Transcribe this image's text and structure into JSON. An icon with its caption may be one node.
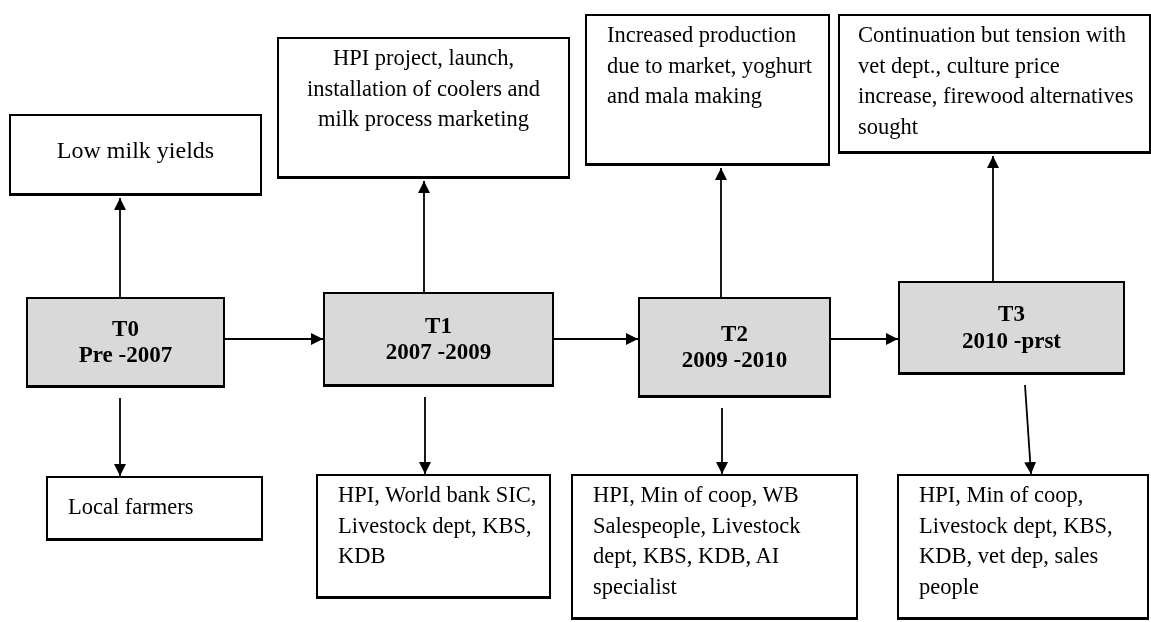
{
  "diagram": {
    "nodes": [
      {
        "text": [
          "Low milk yields"
        ]
      },
      {
        "text": [
          "HPI project, launch, installation of coolers and milk process marketing"
        ]
      },
      {
        "text": [
          "Increased production due to market, yoghurt and mala making"
        ]
      },
      {
        "text": [
          "Continuation but tension with vet dept., culture price increase, firewood alternatives sought"
        ]
      },
      {
        "text": [
          "T0",
          "Pre -2007"
        ]
      },
      {
        "text": [
          "T1",
          "2007 -2009"
        ]
      },
      {
        "text": [
          "T2",
          "2009 -2010"
        ]
      },
      {
        "text": [
          "T3",
          "2010 -prst"
        ]
      },
      {
        "text": [
          "Local farmers"
        ]
      },
      {
        "text": [
          "HPI, World bank SIC, Livestock dept, KBS, KDB"
        ]
      },
      {
        "text": [
          "HPI, Min of coop, WB Salespeople, Livestock dept, KBS, KDB, AI specialist"
        ]
      },
      {
        "text": [
          "HPI, Min of coop, Livestock dept, KBS, KDB, vet dep, sales people"
        ]
      }
    ],
    "edges": [
      {
        "from": 4,
        "to": 0,
        "arrow": "to"
      },
      {
        "from": 5,
        "to": 1,
        "arrow": "to"
      },
      {
        "from": 6,
        "to": 2,
        "arrow": "to"
      },
      {
        "from": 7,
        "to": 3,
        "arrow": "to"
      },
      {
        "from": 4,
        "to": 5,
        "arrow": "to"
      },
      {
        "from": 5,
        "to": 6,
        "arrow": "to"
      },
      {
        "from": 6,
        "to": 7,
        "arrow": "to"
      },
      {
        "from": 4,
        "to": 8,
        "arrow": "to"
      },
      {
        "from": 5,
        "to": 9,
        "arrow": "to"
      },
      {
        "from": 6,
        "to": 10,
        "arrow": "to"
      },
      {
        "from": 7,
        "to": 11,
        "arrow": "to"
      }
    ]
  }
}
